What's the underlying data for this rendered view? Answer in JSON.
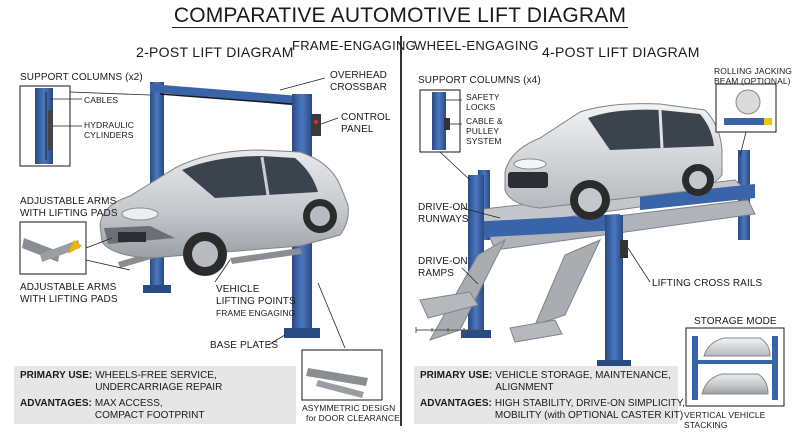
{
  "title": "COMPARATIVE AUTOMOTIVE LIFT DIAGRAM",
  "left": {
    "heading": "2-POST LIFT DIAGRAM",
    "type": "FRAME-ENGAGING",
    "labels": {
      "support_columns": "SUPPORT COLUMNS (x2)",
      "cables": "CABLES",
      "hydraulic": "HYDRAULIC\nCYLINDERS",
      "overhead": "OVERHEAD\nCROSSBAR",
      "control_panel": "CONTROL\nPANEL",
      "arms_top": "ADJUSTABLE ARMS\nWITH LIFTING PADS",
      "arms_bottom": "ADJUSTABLE ARMS\nWITH LIFTING PADS",
      "lifting_points": "VEHICLE\nLIFTING POINTS",
      "frame_engaging": "FRAME ENGAGING",
      "base_plates": "BASE PLATES",
      "asymmetric": "ASYMMETRIC DESIGN",
      "door_clearance": "for DOOR CLEARANCE"
    },
    "info": {
      "use_label": "PRIMARY USE:",
      "use_text": "WHEELS-FREE SERVICE,\nUNDERCARRIAGE REPAIR",
      "adv_label": "ADVANTAGES:",
      "adv_text": "MAX ACCESS,\nCOMPACT FOOTPRINT"
    }
  },
  "right": {
    "heading": "4-POST LIFT DIAGRAM",
    "type": "WHEEL-ENGAGING",
    "labels": {
      "support_columns": "SUPPORT COLUMNS (x4)",
      "safety_locks": "SAFETY\nLOCKS",
      "cable_pulley": "CABLE &\nPULLEY\nSYSTEM",
      "rolling_beam": "ROLLING JACKING\nBEAM (OPTIONAL)",
      "runways": "DRIVE-ON\nRUNWAYS",
      "ramps": "DRIVE-ON\nRAMPS",
      "cross_rails": "LIFTING CROSS RAILS",
      "storage_mode": "STORAGE MODE",
      "stacking": "VERTICAL VEHICLE STACKING"
    },
    "info": {
      "use_label": "PRIMARY USE:",
      "use_text": "VEHICLE STORAGE, MAINTENANCE,\nALIGNMENT",
      "adv_label": "ADVANTAGES:",
      "adv_text": "HIGH STABILITY, DRIVE-ON SIMPLICITY,\nMOBILITY (with OPTIONAL CASTER KIT)"
    }
  },
  "colors": {
    "lift_blue": "#3a64a8",
    "lift_dark": "#2a4a82",
    "car_silver": "#c9ccd0",
    "ramp_gray": "#a9adb1",
    "info_bg": "#e6e6e6"
  }
}
